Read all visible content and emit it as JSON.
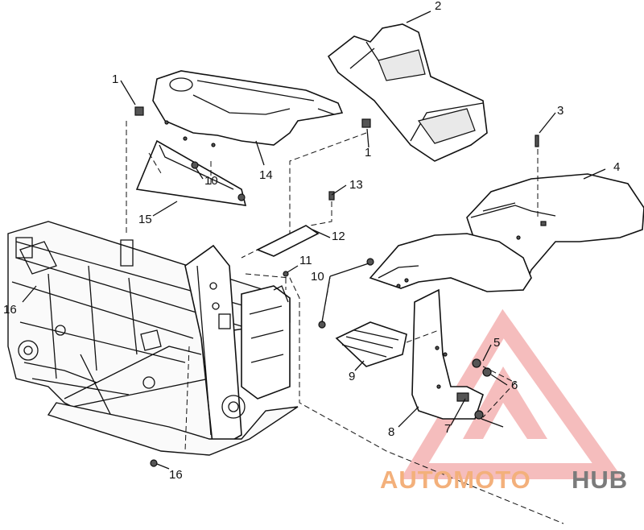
{
  "diagram": {
    "labels": [
      {
        "id": "1a",
        "text": "1"
      },
      {
        "id": "1b",
        "text": "1"
      },
      {
        "id": "2",
        "text": "2"
      },
      {
        "id": "3",
        "text": "3"
      },
      {
        "id": "4",
        "text": "4"
      },
      {
        "id": "5",
        "text": "5"
      },
      {
        "id": "6",
        "text": "6"
      },
      {
        "id": "7",
        "text": "7"
      },
      {
        "id": "8",
        "text": "8"
      },
      {
        "id": "9",
        "text": "9"
      },
      {
        "id": "10a",
        "text": "10"
      },
      {
        "id": "10b",
        "text": "10"
      },
      {
        "id": "11",
        "text": "11"
      },
      {
        "id": "12",
        "text": "12"
      },
      {
        "id": "13",
        "text": "13"
      },
      {
        "id": "14",
        "text": "14"
      },
      {
        "id": "15",
        "text": "15"
      },
      {
        "id": "16a",
        "text": "16"
      },
      {
        "id": "16b",
        "text": "16"
      }
    ]
  },
  "watermark": {
    "word_a": "AUTOMOTO",
    "word_b": "HUB",
    "color_a": "#f3b07b",
    "color_b": "#7b7b7b",
    "triangle_color": "#ee8888"
  }
}
